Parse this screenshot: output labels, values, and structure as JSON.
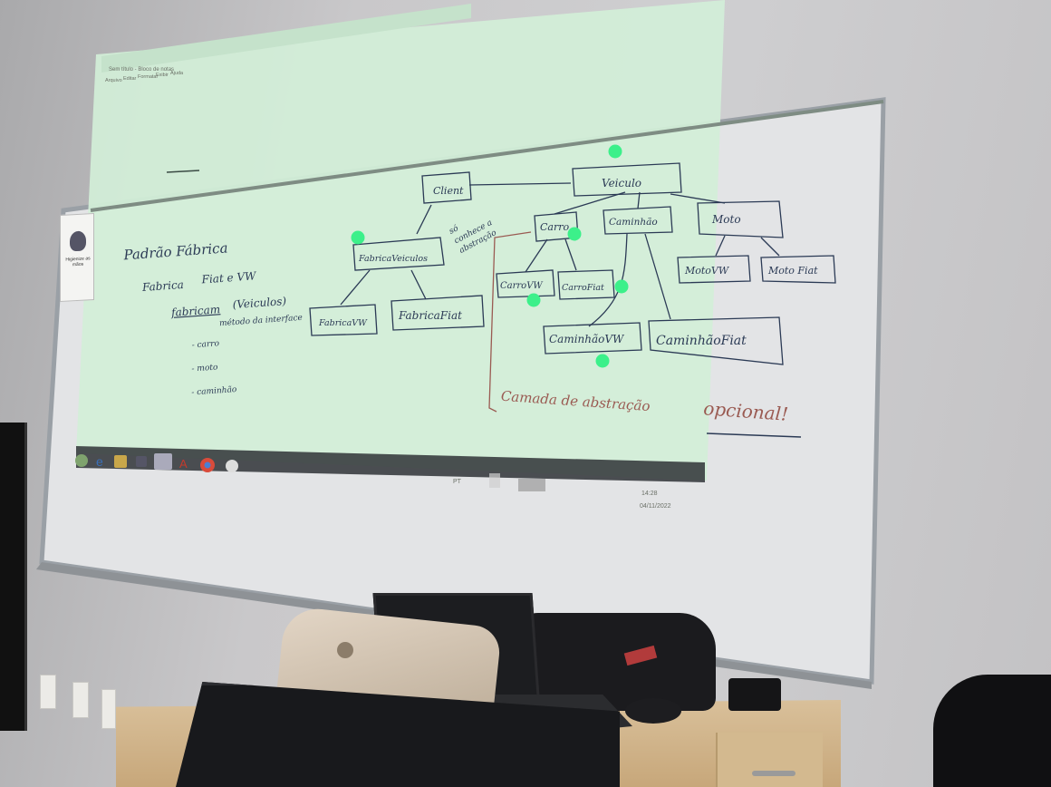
{
  "scene": {
    "colors": {
      "projection": "#d3efd8",
      "marker": "#2b3a55",
      "red_marker": "#9a5a52",
      "highlight_dots": "#3cf08a"
    }
  },
  "poster": {
    "text": "Higienize as mãos",
    "icon": "hand-icon"
  },
  "notes": {
    "title": "Padrão Fábrica",
    "subtitle_left": "Fabrica",
    "subtitle_right": "Fiat e VW",
    "line1_a": "fabricam",
    "line1_b": "(Veiculos)",
    "line2": "método da interface",
    "item1": "- carro",
    "item2": "- moto",
    "item3": "- caminhão"
  },
  "diagram": {
    "client": "Client",
    "annotation_1": "só",
    "annotation_2": "conhece a",
    "annotation_3": "abstração",
    "veiculo": "Veiculo",
    "fabrica_veiculos": "FabricaVeiculos",
    "fabrica_vw": "FabricaVW",
    "fabrica_fiat": "FabricaFiat",
    "carro": "Carro",
    "caminhao": "Caminhão",
    "moto": "Moto",
    "carro_vw": "CarroVW",
    "carro_fiat": "CarroFiat",
    "moto_vw": "MotoVW",
    "moto_fiat": "Moto Fiat",
    "caminhao_vw": "CaminhãoVW",
    "caminhao_fiat": "CaminhãoFiat",
    "footer_note_a": "Camada de abstração",
    "footer_note_b": "opcional!"
  },
  "taskbar": {
    "language": "PT",
    "time": "14:28",
    "date": "04/11/2022",
    "icons": [
      "start-icon",
      "ie-icon",
      "explorer-icon",
      "media-icon",
      "window-icon",
      "pdf-icon",
      "chrome-icon",
      "app-icon"
    ]
  },
  "app_window": {
    "title": "Sem título - Bloco de notas",
    "menu": [
      "Arquivo",
      "Editar",
      "Formatar",
      "Exibir",
      "Ajuda"
    ]
  }
}
